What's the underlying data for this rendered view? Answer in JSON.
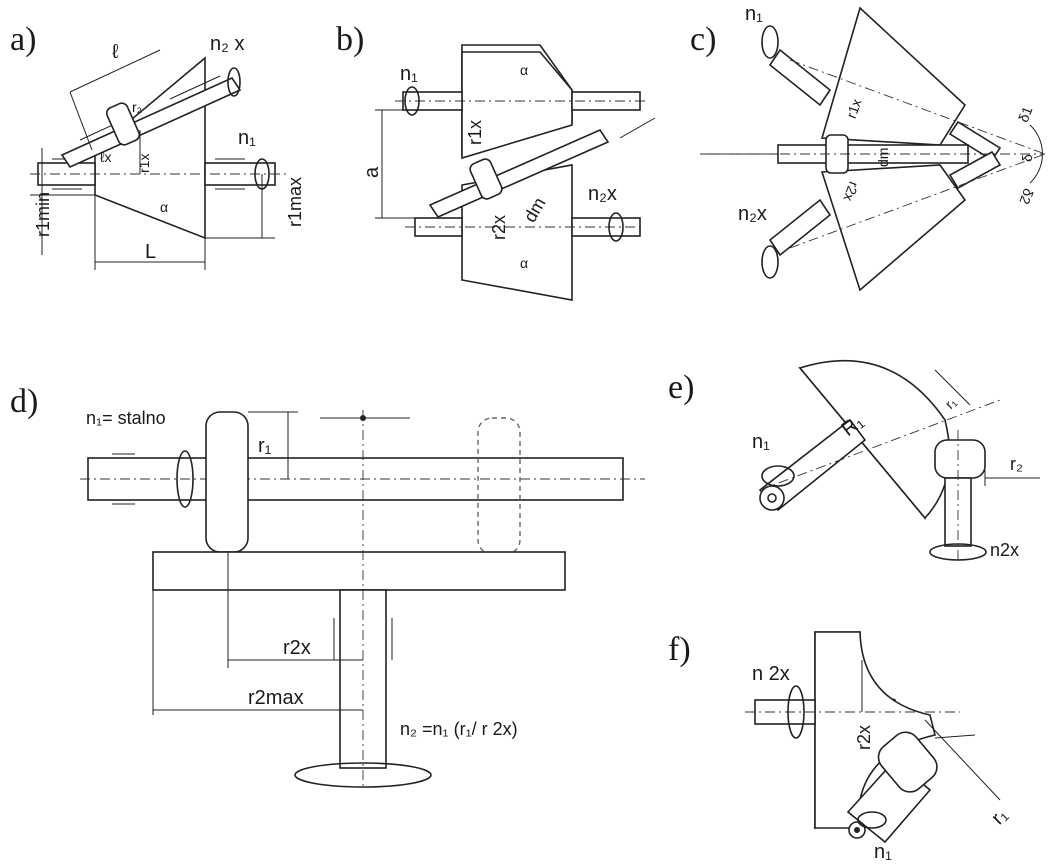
{
  "panels": {
    "a": {
      "label": "a)",
      "labels": {
        "n2x": "n₂ x",
        "n1": "n₁",
        "l": "ℓ",
        "r2": "r₂",
        "lx": "ℓx",
        "r1x": "r1x",
        "r1min": "r1min",
        "r1max": "r1max",
        "alpha": "α",
        "L": "L"
      }
    },
    "b": {
      "label": "b)",
      "labels": {
        "n1": "n₁",
        "alpha_top": "α",
        "r1x": "r1x",
        "a": "a",
        "r2x": "r2x",
        "dm": "dm",
        "alpha_bottom": "α",
        "n2x": "n₂x"
      }
    },
    "c": {
      "label": "c)",
      "labels": {
        "n1": "n₁",
        "r1x": "r1x",
        "delta1": "δ1",
        "dm": "dm",
        "delta": "δ",
        "r2x": "r2x",
        "delta2": "δ2",
        "n2x": "n₂x"
      }
    },
    "d": {
      "label": "d)",
      "labels": {
        "n1": "n₁= stalno",
        "r1": "r₁",
        "r2x": "r2x",
        "r2max": "r2max",
        "n2": "n₂ =n₁ (r₁/ r 2x)"
      }
    },
    "e": {
      "label": "e)",
      "labels": {
        "R1": "R₁",
        "n1": "n₁",
        "r1": "r₁",
        "r2": "r₂",
        "n2x": "n2x"
      }
    },
    "f": {
      "label": "f)",
      "labels": {
        "n2x": "n 2x",
        "r2x": "r2x",
        "r1": "r₁",
        "n1": "n₁"
      }
    }
  }
}
